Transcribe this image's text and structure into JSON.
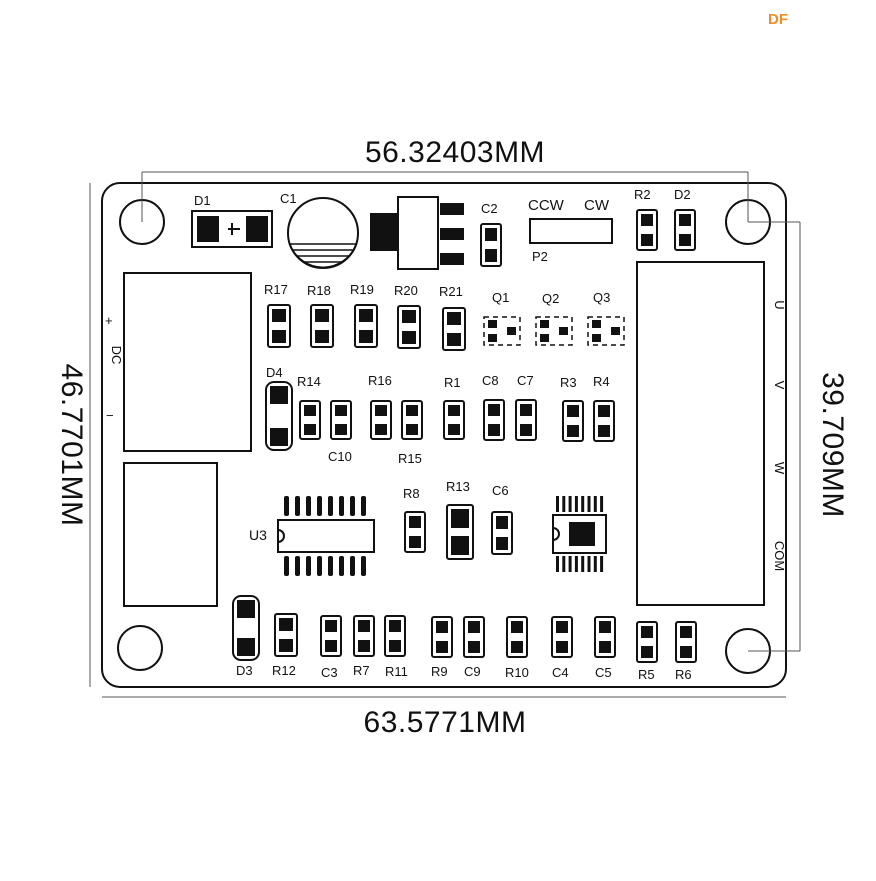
{
  "watermark": "DF",
  "dimensions": {
    "top": "56.32403MM",
    "bottom": "63.5771MM",
    "left": "46.7701MM",
    "right": "39.709MM"
  },
  "labels": {
    "d1": "D1",
    "c1": "C1",
    "c2": "C2",
    "ccw": "CCW",
    "cw": "CW",
    "p2": "P2",
    "r2": "R2",
    "d2": "D2",
    "r17": "R17",
    "r18": "R18",
    "r19": "R19",
    "r20": "R20",
    "r21": "R21",
    "q1": "Q1",
    "q2": "Q2",
    "q3": "Q3",
    "plus": "+",
    "dc": "DC",
    "minus": "−",
    "d4": "D4",
    "r14": "R14",
    "r16": "R16",
    "r1": "R1",
    "c8": "C8",
    "c7": "C7",
    "r3": "R3",
    "r4": "R4",
    "c10": "C10",
    "r15": "R15",
    "r8": "R8",
    "r13": "R13",
    "c6": "C6",
    "u3": "U3",
    "d3": "D3",
    "r12": "R12",
    "c3": "C3",
    "r7": "R7",
    "r11": "R11",
    "r9": "R9",
    "c9": "C9",
    "r10": "R10",
    "c4": "C4",
    "c5": "C5",
    "r5": "R5",
    "r6": "R6",
    "term_u": "U",
    "term_v": "V",
    "term_w": "W",
    "term_com": "COM"
  }
}
